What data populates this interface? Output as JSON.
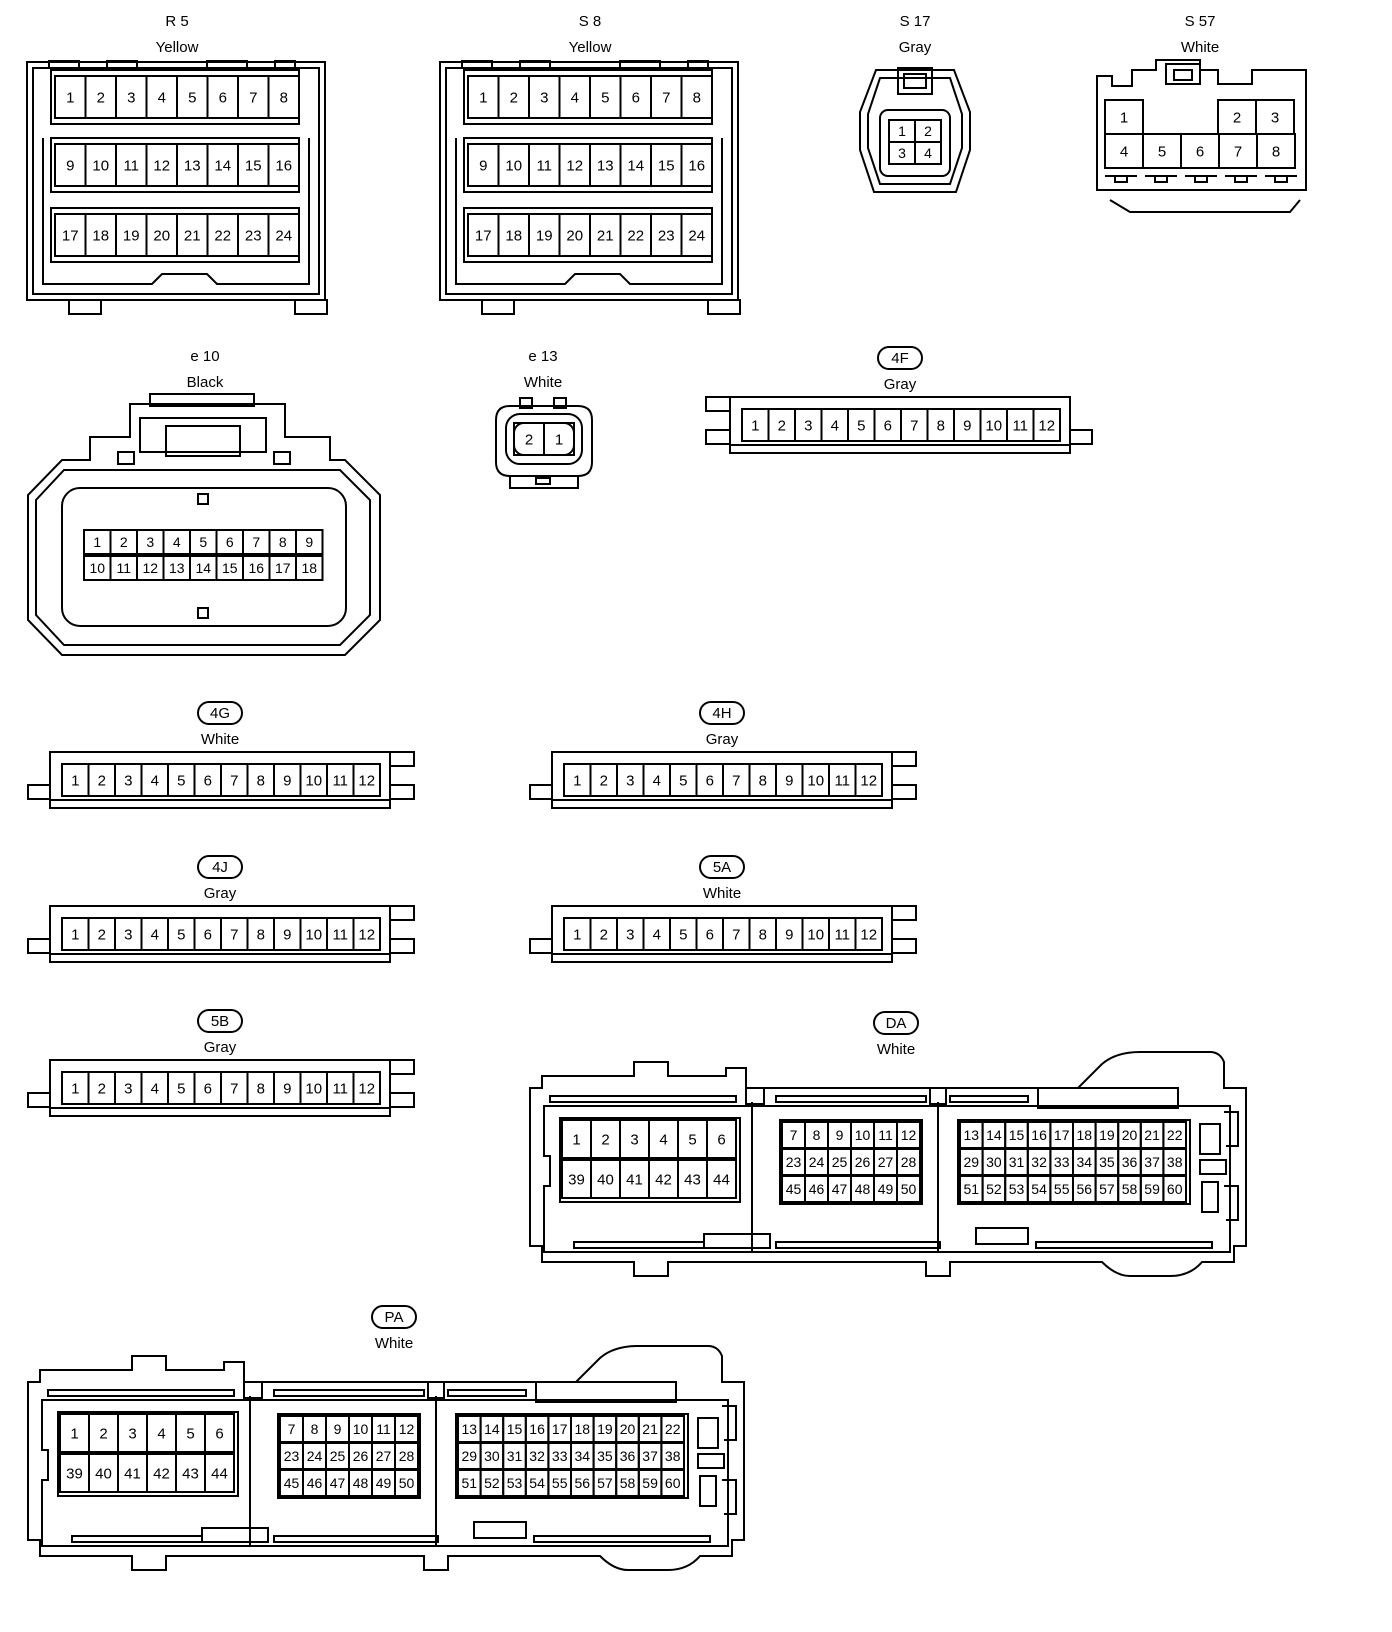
{
  "connectors": {
    "r5": {
      "code": "R 5",
      "color": "Yellow"
    },
    "s8": {
      "code": "S 8",
      "color": "Yellow"
    },
    "s17": {
      "code": "S 17",
      "color": "Gray"
    },
    "s57": {
      "code": "S 57",
      "color": "White"
    },
    "e10": {
      "code": "e 10",
      "color": "Black"
    },
    "e13": {
      "code": "e 13",
      "color": "White"
    },
    "c4f": {
      "code": "4F",
      "color": "Gray"
    },
    "c4g": {
      "code": "4G",
      "color": "White"
    },
    "c4h": {
      "code": "4H",
      "color": "Gray"
    },
    "c4j": {
      "code": "4J",
      "color": "Gray"
    },
    "c5a": {
      "code": "5A",
      "color": "White"
    },
    "c5b": {
      "code": "5B",
      "color": "Gray"
    },
    "da": {
      "code": "DA",
      "color": "White"
    },
    "pa": {
      "code": "PA",
      "color": "White"
    }
  },
  "pins": {
    "r5_rows": [
      [
        "1",
        "2",
        "3",
        "4",
        "5",
        "6",
        "7",
        "8"
      ],
      [
        "9",
        "10",
        "11",
        "12",
        "13",
        "14",
        "15",
        "16"
      ],
      [
        "17",
        "18",
        "19",
        "20",
        "21",
        "22",
        "23",
        "24"
      ]
    ],
    "s8_rows": [
      [
        "1",
        "2",
        "3",
        "4",
        "5",
        "6",
        "7",
        "8"
      ],
      [
        "9",
        "10",
        "11",
        "12",
        "13",
        "14",
        "15",
        "16"
      ],
      [
        "17",
        "18",
        "19",
        "20",
        "21",
        "22",
        "23",
        "24"
      ]
    ],
    "s17_rows": [
      [
        "1",
        "2"
      ],
      [
        "3",
        "4"
      ]
    ],
    "s57_top": [
      "1",
      "2",
      "3"
    ],
    "s57_bottom": [
      "4",
      "5",
      "6",
      "7",
      "8"
    ],
    "e10_rows": [
      [
        "1",
        "2",
        "3",
        "4",
        "5",
        "6",
        "7",
        "8",
        "9"
      ],
      [
        "10",
        "11",
        "12",
        "13",
        "14",
        "15",
        "16",
        "17",
        "18"
      ]
    ],
    "e13_row": [
      "2",
      "1"
    ],
    "strip12": [
      "1",
      "2",
      "3",
      "4",
      "5",
      "6",
      "7",
      "8",
      "9",
      "10",
      "11",
      "12"
    ],
    "big_left": [
      [
        "1",
        "2",
        "3",
        "4",
        "5",
        "6"
      ],
      [
        "39",
        "40",
        "41",
        "42",
        "43",
        "44"
      ]
    ],
    "big_middle": [
      [
        "7",
        "8",
        "9",
        "10",
        "11",
        "12"
      ],
      [
        "23",
        "24",
        "25",
        "26",
        "27",
        "28"
      ],
      [
        "45",
        "46",
        "47",
        "48",
        "49",
        "50"
      ]
    ],
    "big_right": [
      [
        "13",
        "14",
        "15",
        "16",
        "17",
        "18",
        "19",
        "20",
        "21",
        "22"
      ],
      [
        "29",
        "30",
        "31",
        "32",
        "33",
        "34",
        "35",
        "36",
        "37",
        "38"
      ],
      [
        "51",
        "52",
        "53",
        "54",
        "55",
        "56",
        "57",
        "58",
        "59",
        "60"
      ]
    ]
  }
}
